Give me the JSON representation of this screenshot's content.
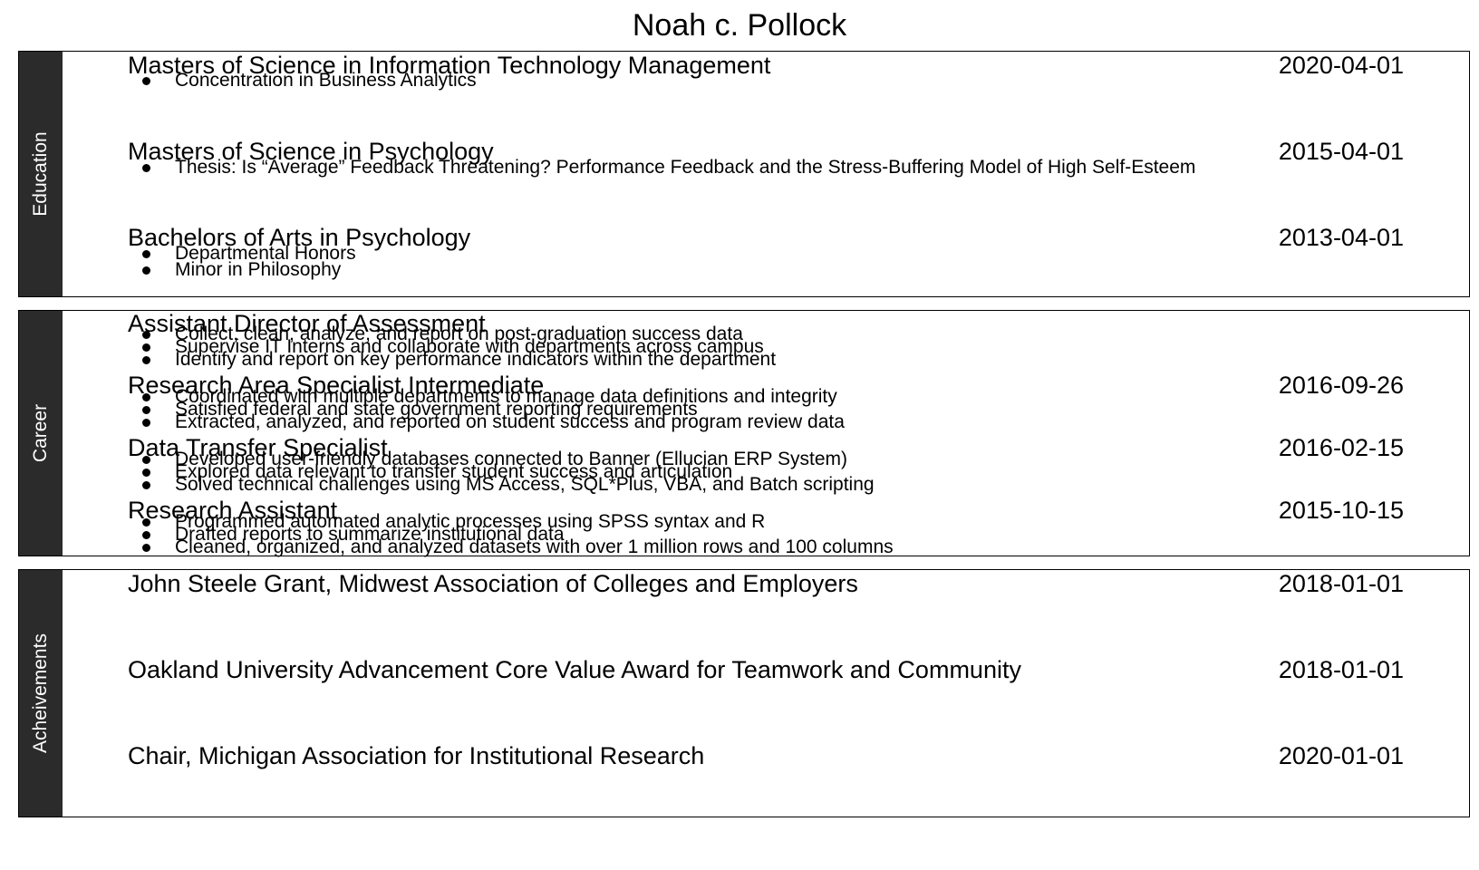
{
  "name": "Noah c. Pollock",
  "sections": [
    {
      "label": "Education",
      "entries": [
        {
          "title": "Masters of Science in Information Technology Management",
          "date": "2020-04-01",
          "bullets": [
            "Concentration in Business Analytics"
          ]
        },
        {
          "title": "Masters of Science in Psychology",
          "date": "2015-04-01",
          "bullets": [
            "Thesis: Is “Average” Feedback Threatening? Performance Feedback and the Stress-Buffering Model of High Self-Esteem"
          ]
        },
        {
          "title": "Bachelors of Arts in Psychology",
          "date": "2013-04-01",
          "bullets": [
            "Departmental Honors",
            "Minor in Philosophy"
          ]
        }
      ]
    },
    {
      "label": "Career",
      "entries": [
        {
          "title": "Assistant Director of Assessment",
          "date": "",
          "bullets": [
            "Collect, clean, analyze, and report on post-graduation success data",
            "Supervise IT Interns and collaborate with departments across campus",
            "Identify and report on key performance indicators within the department"
          ]
        },
        {
          "title": "Research Area Specialist Intermediate",
          "date": "2016-09-26",
          "bullets": [
            "Coordinated with multiple departments to manage data definitions and integrity",
            "Satisfied federal and state government reporting requirements",
            "Extracted, analyzed, and reported on student success and program review data"
          ]
        },
        {
          "title": "Data Transfer Specialist",
          "date": "2016-02-15",
          "bullets": [
            "Developed user-friendly databases connected to Banner (Ellucian ERP System)",
            "Explored data relevant to transfer student success and articulation",
            "Solved technical challenges using MS Access, SQL*Plus, VBA, and Batch scripting"
          ]
        },
        {
          "title": "Research Assistant",
          "date": "2015-10-15",
          "bullets": [
            "Programmed automated analytic processes using SPSS syntax and R",
            "Drafted reports to summarize institutional data",
            "Cleaned, organized, and analyzed datasets with over 1 million rows and 100 columns"
          ]
        }
      ]
    },
    {
      "label": "Acheivements",
      "entries": [
        {
          "title": "John Steele Grant, Midwest Association of Colleges and Employers",
          "date": "2018-01-01",
          "bullets": []
        },
        {
          "title": "Oakland University Advancement Core Value Award for Teamwork and Community",
          "date": "2018-01-01",
          "bullets": []
        },
        {
          "title": "Chair, Michigan Association for Institutional Research",
          "date": "2020-01-01",
          "bullets": []
        }
      ]
    }
  ]
}
